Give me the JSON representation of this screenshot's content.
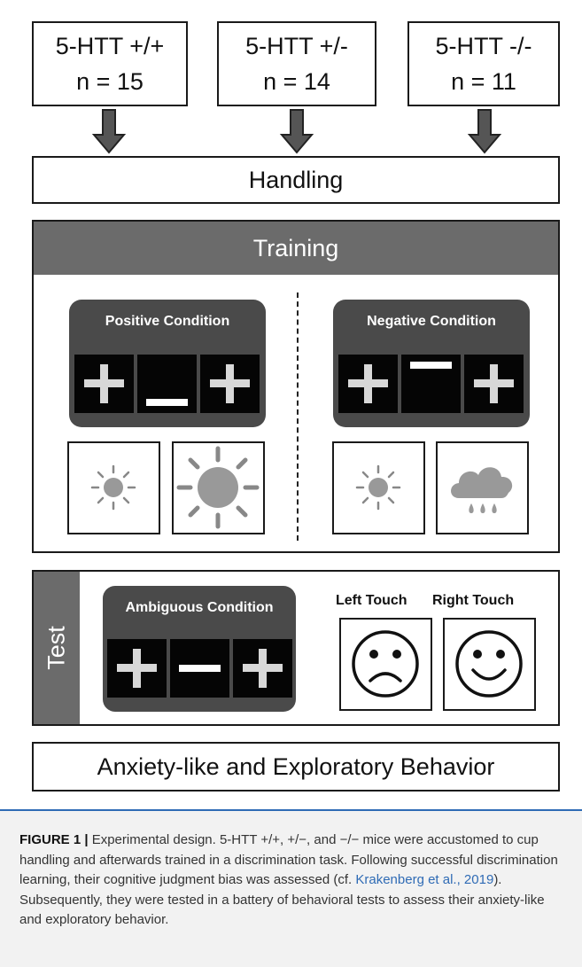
{
  "figure": {
    "genotypes": [
      {
        "name": "5-HTT +/+",
        "n": "n = 15"
      },
      {
        "name": "5-HTT +/-",
        "n": "n = 14"
      },
      {
        "name": "5-HTT -/-",
        "n": "n = 11"
      }
    ],
    "handling": "Handling",
    "training": {
      "header": "Training",
      "positive_condition": "Positive Condition",
      "negative_condition": "Negative Condition"
    },
    "test": {
      "label": "Test",
      "ambiguous_condition": "Ambiguous Condition",
      "left_touch": "Left Touch",
      "right_touch": "Right Touch"
    },
    "behavior": "Anxiety-like and Exploratory Behavior"
  },
  "caption": {
    "label": "FIGURE 1 |",
    "text_1": " Experimental design. 5-HTT +/+, +/−, and −/− mice were accustomed to cup handling and afterwards trained in a discrimination task. Following successful discrimination learning, their cognitive judgment bias was assessed (cf. ",
    "citation": "Krakenberg et al., 2019",
    "text_2": "). Subsequently, they were tested in a battery of behavioral tests to assess their anxiety-like and exploratory behavior."
  },
  "colors": {
    "panel_gray": "#6b6b6b",
    "condition_box": "#4a4a4a",
    "citation_blue": "#2f6bb5"
  }
}
